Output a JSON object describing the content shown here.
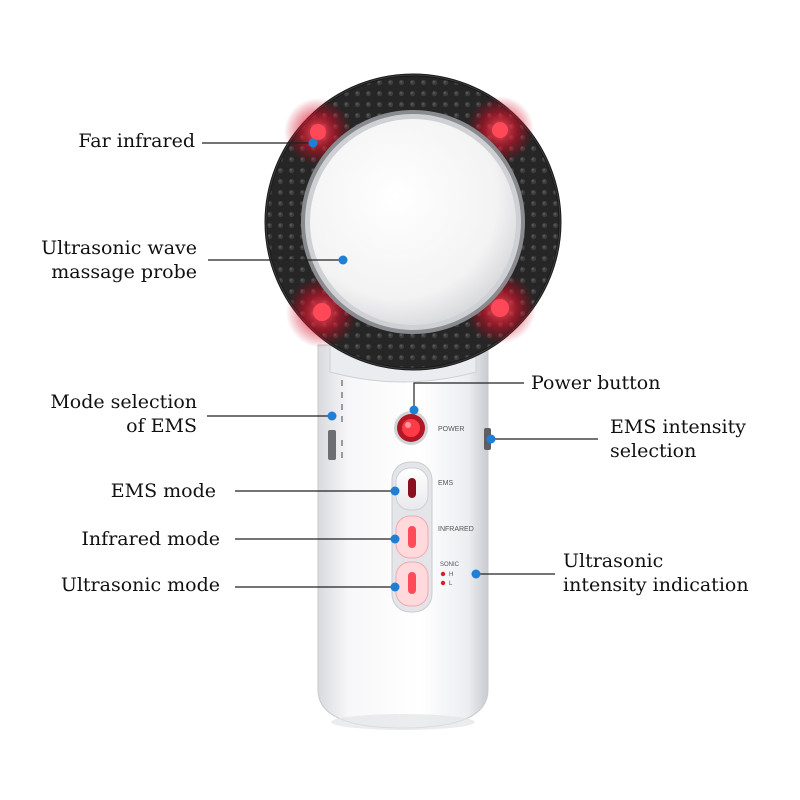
{
  "colors": {
    "leader_dot": "#1e7fd6",
    "leader_line": "#222222",
    "ring_dark": "#2a2a2a",
    "led_red": "#ff2a3a",
    "body_white": "#f4f4f6"
  },
  "device": {
    "power_text": "POWER",
    "ems_text": "EMS",
    "infrared_text": "INFRARED",
    "sonic_text": "SONIC",
    "sonic_high": "H",
    "sonic_low": "L"
  },
  "callouts": {
    "far_infrared": "Far infrared",
    "probe_line1": "Ultrasonic wave",
    "probe_line2": "massage probe",
    "ems_select_line1": "Mode selection",
    "ems_select_line2": "of EMS",
    "ems_mode": "EMS mode",
    "infrared_mode": "Infrared mode",
    "ultrasonic_mode": "Ultrasonic mode",
    "power_button": "Power button",
    "ems_intensity_line1": "EMS intensity",
    "ems_intensity_line2": "selection",
    "ultra_intensity_line1": "Ultrasonic",
    "ultra_intensity_line2": "intensity indication"
  }
}
